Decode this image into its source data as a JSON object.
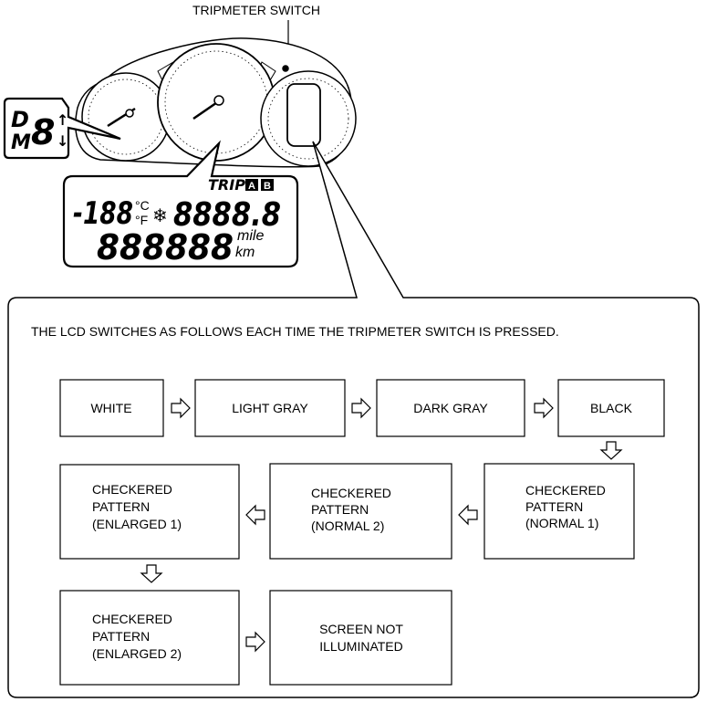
{
  "header_label": "TRIPMETER SWITCH",
  "gear_indicator": {
    "top": "D",
    "bottom": "M",
    "digit": "8",
    "up": "↑",
    "down": "↓"
  },
  "lcd": {
    "trip_label": "TRIP",
    "trip_a": "A",
    "trip_b": "B",
    "temp_digits": "-188",
    "celsius": "°C",
    "fahrenheit": "°F",
    "snow_icon_char": "❄",
    "trip_digits": "8888.8",
    "odo_digits": "888888",
    "unit_mile": "mile",
    "unit_km": "km"
  },
  "instruction": "THE LCD SWITCHES AS FOLLOWS EACH TIME THE TRIPMETER SWITCH IS PRESSED.",
  "sequence": [
    {
      "lines": [
        "WHITE"
      ]
    },
    {
      "lines": [
        "LIGHT GRAY"
      ]
    },
    {
      "lines": [
        "DARK GRAY"
      ]
    },
    {
      "lines": [
        "BLACK"
      ]
    },
    {
      "lines": [
        "CHECKERED",
        "PATTERN",
        "(NORMAL 1)"
      ]
    },
    {
      "lines": [
        "CHECKERED",
        "PATTERN",
        "(NORMAL 2)"
      ]
    },
    {
      "lines": [
        "CHECKERED",
        "PATTERN",
        "(ENLARGED 1)"
      ]
    },
    {
      "lines": [
        "CHECKERED",
        "PATTERN",
        "(ENLARGED 2)"
      ]
    },
    {
      "lines": [
        "SCREEN NOT",
        "ILLUMINATED"
      ]
    }
  ]
}
